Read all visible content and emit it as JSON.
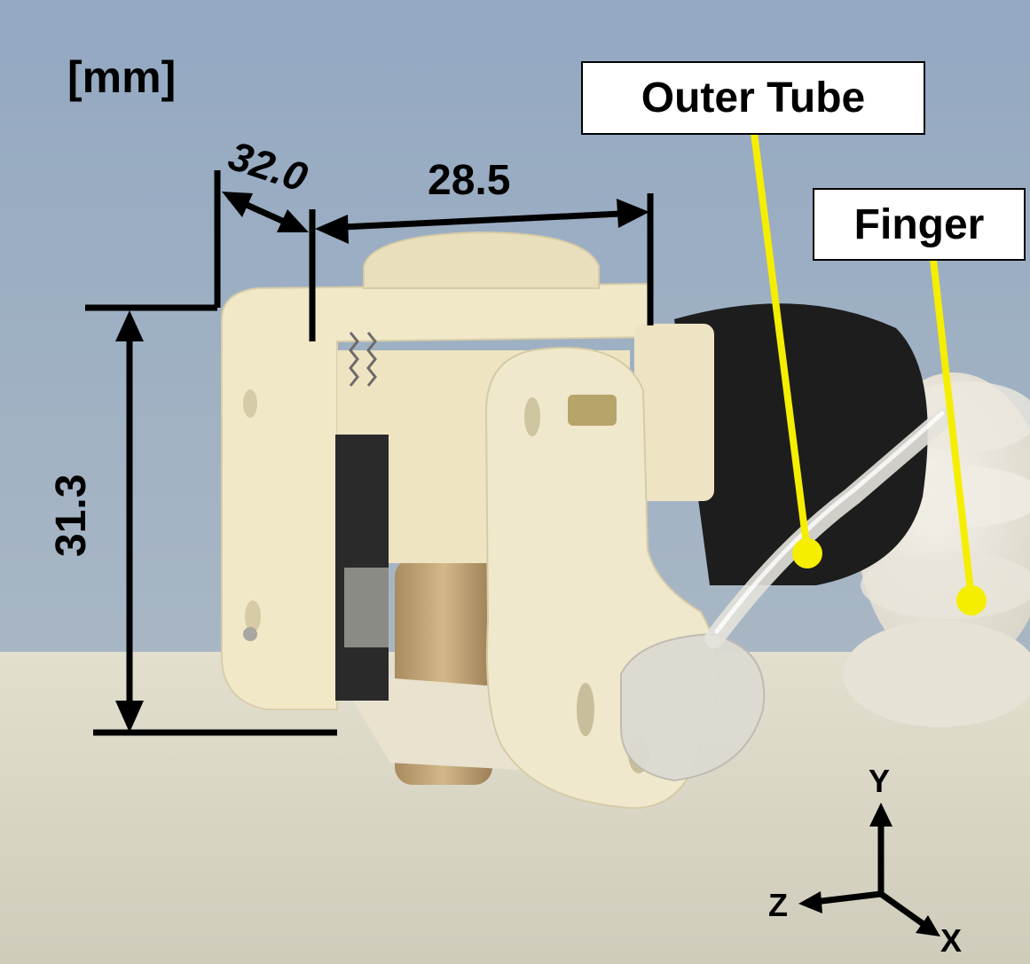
{
  "units_label": "[mm]",
  "dimensions": {
    "depth": "32.0",
    "width": "28.5",
    "height": "31.3"
  },
  "callouts": {
    "outer_tube": "Outer Tube",
    "finger": "Finger"
  },
  "axes": {
    "y": "Y",
    "z": "Z",
    "x": "X"
  },
  "colors": {
    "callout_line": "#f5ee00",
    "dimension_line": "#000000",
    "background_wall": "#8fa4bd",
    "table": "#d9d6c8",
    "device_body": "#efe6c6"
  }
}
